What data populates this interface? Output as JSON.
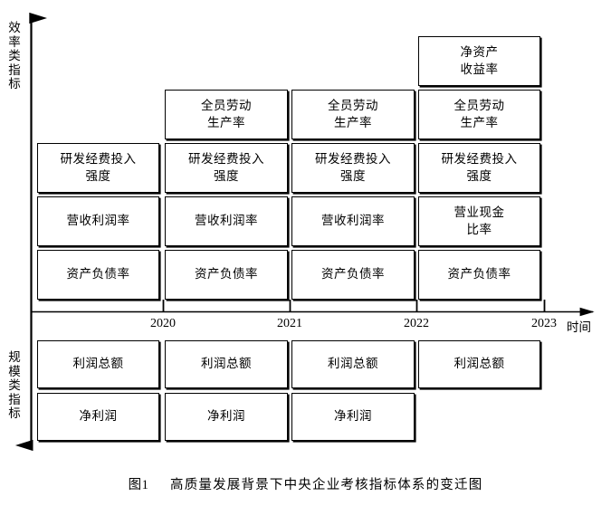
{
  "figure": {
    "caption_label": "图1",
    "caption_text": "高质量发展背景下中央企业考核指标体系的变迁图",
    "axes": {
      "y_up_label": "效率类指标",
      "y_down_label": "规模类指标",
      "x_label": "时间",
      "x_ticks": [
        "2020",
        "2021",
        "2022",
        "2023"
      ]
    },
    "columns": [
      {
        "year": "2020",
        "efficiency": [
          {
            "lines": [
              "研发经费投入",
              "强度"
            ]
          },
          {
            "lines": [
              "营收利润率"
            ]
          },
          {
            "lines": [
              "资产负债率"
            ]
          }
        ],
        "scale": [
          {
            "lines": [
              "利润总额"
            ]
          },
          {
            "lines": [
              "净利润"
            ]
          }
        ]
      },
      {
        "year": "2021",
        "efficiency": [
          {
            "lines": [
              "全员劳动",
              "生产率"
            ]
          },
          {
            "lines": [
              "研发经费投入",
              "强度"
            ]
          },
          {
            "lines": [
              "营收利润率"
            ]
          },
          {
            "lines": [
              "资产负债率"
            ]
          }
        ],
        "scale": [
          {
            "lines": [
              "利润总额"
            ]
          },
          {
            "lines": [
              "净利润"
            ]
          }
        ]
      },
      {
        "year": "2022",
        "efficiency": [
          {
            "lines": [
              "全员劳动",
              "生产率"
            ]
          },
          {
            "lines": [
              "研发经费投入",
              "强度"
            ]
          },
          {
            "lines": [
              "营收利润率"
            ]
          },
          {
            "lines": [
              "资产负债率"
            ]
          }
        ],
        "scale": [
          {
            "lines": [
              "利润总额"
            ]
          },
          {
            "lines": [
              "净利润"
            ]
          }
        ]
      },
      {
        "year": "2023",
        "efficiency": [
          {
            "lines": [
              "净资产",
              "收益率"
            ]
          },
          {
            "lines": [
              "全员劳动",
              "生产率"
            ]
          },
          {
            "lines": [
              "研发经费投入",
              "强度"
            ]
          },
          {
            "lines": [
              "营业现金",
              "比率"
            ]
          },
          {
            "lines": [
              "资产负债率"
            ]
          }
        ],
        "scale": [
          {
            "lines": [
              "利润总额"
            ]
          }
        ]
      }
    ],
    "colors": {
      "line": "#000000",
      "background": "#ffffff",
      "box_border": "#000000"
    }
  }
}
